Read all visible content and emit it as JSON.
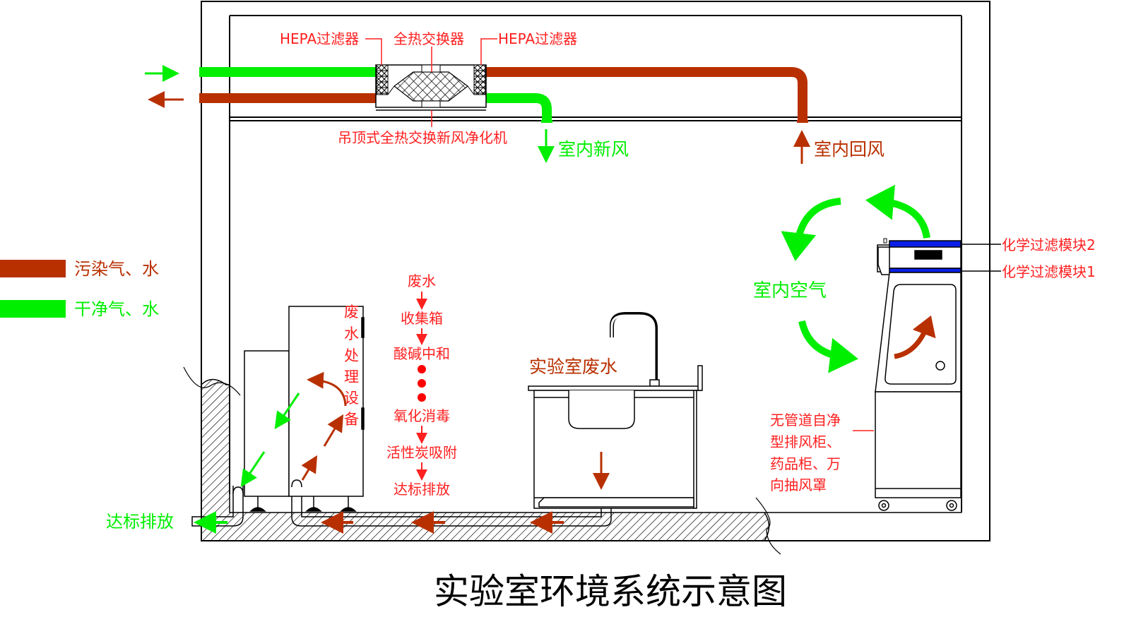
{
  "title": "实验室环境系统示意图",
  "colors": {
    "polluted": "#b83000",
    "clean": "#00ee00",
    "annotation": "#ff2020",
    "filter_module": "#0a1ee6",
    "line": "#000000"
  },
  "legend": [
    {
      "label": "污染气、水",
      "color_key": "polluted"
    },
    {
      "label": "干净气、水",
      "color_key": "clean"
    }
  ],
  "ventilation": {
    "hepa_left": "HEPA过滤器",
    "heat_exchanger": "全热交换器",
    "hepa_right": "HEPA过滤器",
    "unit_name": "吊顶式全热交换新风净化机",
    "fresh_air": "室内新风",
    "return_air": "室内回风"
  },
  "room_air": {
    "label": "室内空气"
  },
  "fume_cabinet": {
    "module2": "化学过滤模块2",
    "module1": "化学过滤模块1",
    "description_lines": [
      "无管道自净",
      "型排风柜、",
      "药品柜、万",
      "向抽风罩"
    ]
  },
  "sink": {
    "label": "实验室废水"
  },
  "wastewater_equipment": {
    "label_chars": [
      "废",
      "水",
      "处",
      "理",
      "设",
      "备"
    ]
  },
  "process_flow": {
    "steps_top": [
      "废水",
      "收集箱",
      "酸碱中和"
    ],
    "steps_bottom": [
      "氧化消毒",
      "活性炭吸附",
      "达标排放"
    ]
  },
  "discharge": {
    "label": "达标排放"
  }
}
